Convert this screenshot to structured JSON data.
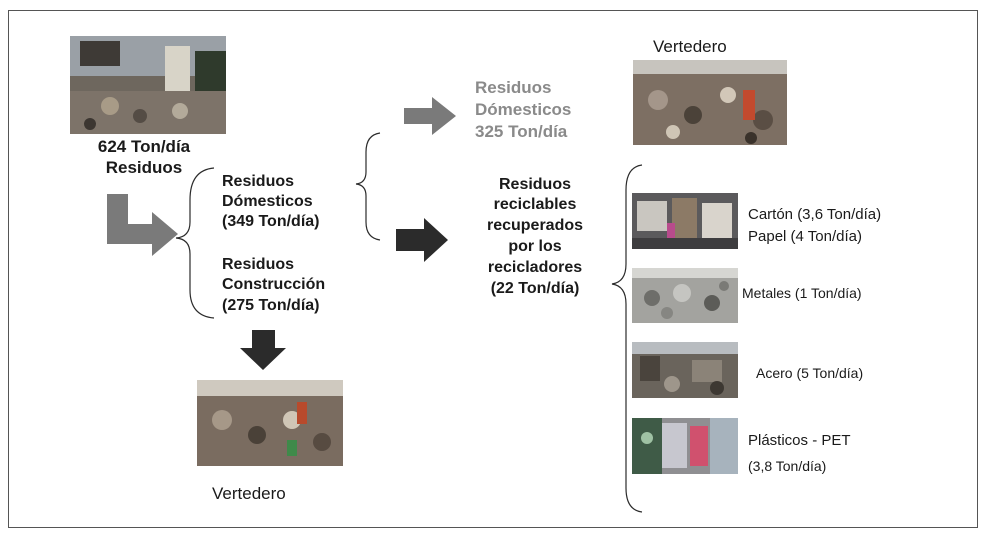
{
  "source": {
    "line1": "624 Ton/día",
    "line2": "Residuos"
  },
  "domestic": {
    "line1": "Residuos",
    "line2": "Dómesticos",
    "line3": "(349 Ton/día)"
  },
  "construction": {
    "line1": "Residuos",
    "line2": "Construcción",
    "line3": "(275 Ton/día)"
  },
  "domestic_landfill": {
    "title": "Vertedero",
    "line1": "Residuos",
    "line2": "Dómesticos",
    "line3": "325 Ton/día"
  },
  "recyclable": {
    "line1": "Residuos",
    "line2": "reciclables",
    "line3": "recuperados",
    "line4": "por los",
    "line5": "recicladores",
    "line6": "(22 Ton/día)"
  },
  "materials": {
    "carton": "Cartón (3,6 Ton/día)",
    "paper": "Papel (4 Ton/día)",
    "metals": "Metales (1 Ton/día)",
    "steel": "Acero (5 Ton/día)",
    "plastics": "Plásticos - PET",
    "plastics_amount": "(3,8 Ton/día)"
  },
  "construction_landfill": {
    "title": "Vertedero"
  },
  "colors": {
    "arrow_dark": "#2b2b2b",
    "arrow_gray": "#7a7a7a",
    "gray_text": "#8a8a8a"
  }
}
